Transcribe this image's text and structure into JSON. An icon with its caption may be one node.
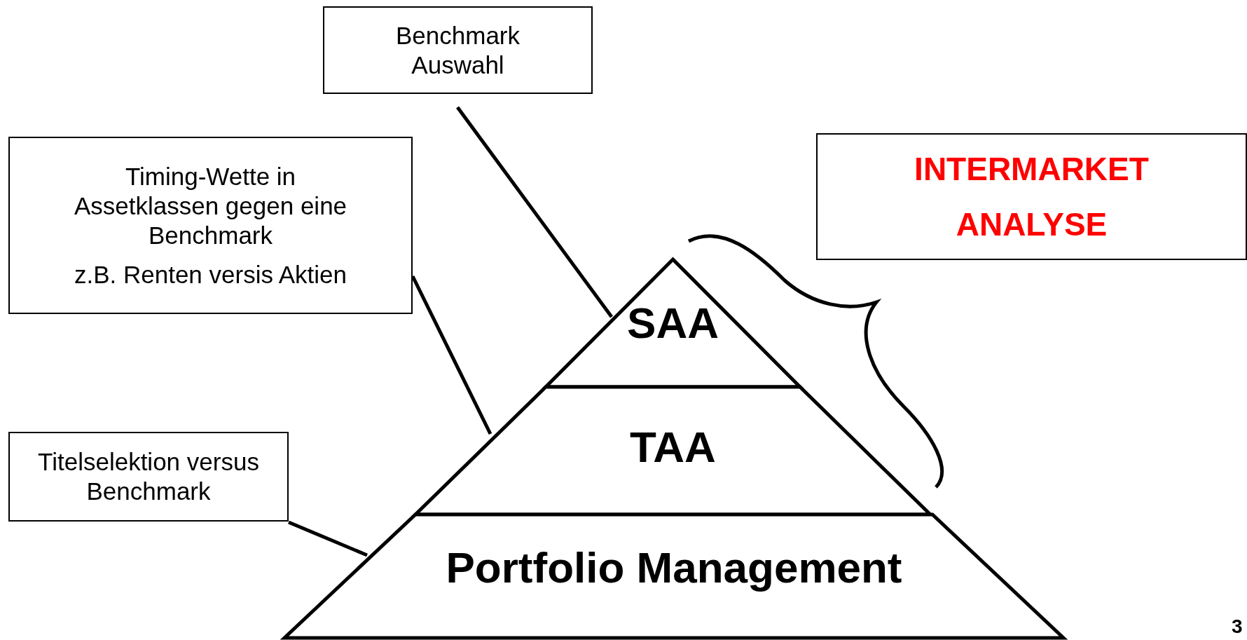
{
  "diagram": {
    "nodes": [
      {
        "text": [
          "Benchmark Auswahl"
        ]
      },
      {
        "text": [
          "Timing-Wette in Assetklassen gegen eine Benchmark",
          "z.B. Renten versis Aktien"
        ]
      },
      {
        "text": [
          "Titelselektion versus Benchmark"
        ]
      },
      {
        "text": [
          "INTERMARKET ANALYSE"
        ]
      },
      {
        "text": [
          "SAA"
        ]
      },
      {
        "text": [
          "TAA"
        ]
      },
      {
        "text": [
          "Portfolio Management"
        ]
      }
    ],
    "edges": [
      {
        "from": 0,
        "to": 4,
        "arrow": "none"
      },
      {
        "from": 1,
        "to": 5,
        "arrow": "none"
      },
      {
        "from": 2,
        "to": 6,
        "arrow": "none"
      }
    ],
    "labels": [
      "3"
    ]
  }
}
